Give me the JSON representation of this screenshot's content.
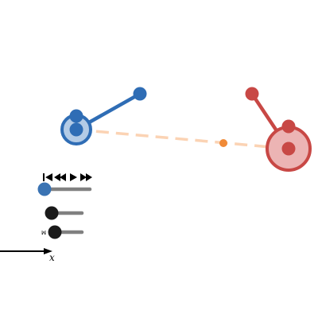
{
  "colors": {
    "blue_dark": "#2f6db5",
    "blue_fill": "#b3cbe6",
    "red_dark": "#c84845",
    "red_fill": "#ecb4b4",
    "com_dash": "#fbd3b4",
    "com_point": "#f08a37",
    "track": "#808080",
    "knob_dark": "#1a1a1a",
    "text": "#000000"
  },
  "playback": {
    "buttons": [
      {
        "name": "skip-to-start",
        "icon": "skip-to-start-icon"
      },
      {
        "name": "rewind",
        "icon": "rewind-icon"
      },
      {
        "name": "play",
        "icon": "play-icon"
      },
      {
        "name": "fast-forward",
        "icon": "fast-forward-icon"
      }
    ]
  },
  "sliders": [
    {
      "name": "time-slider",
      "value": 0.0,
      "knob_color": "#3a73b3"
    },
    {
      "name": "param-slider-1",
      "value": 0.0,
      "knob_color": "#1a1a1a"
    },
    {
      "name": "param-slider-2",
      "value": 0.0,
      "knob_color": "#1a1a1a",
      "label": "ꟽ"
    }
  ],
  "axis": {
    "label": "x"
  }
}
